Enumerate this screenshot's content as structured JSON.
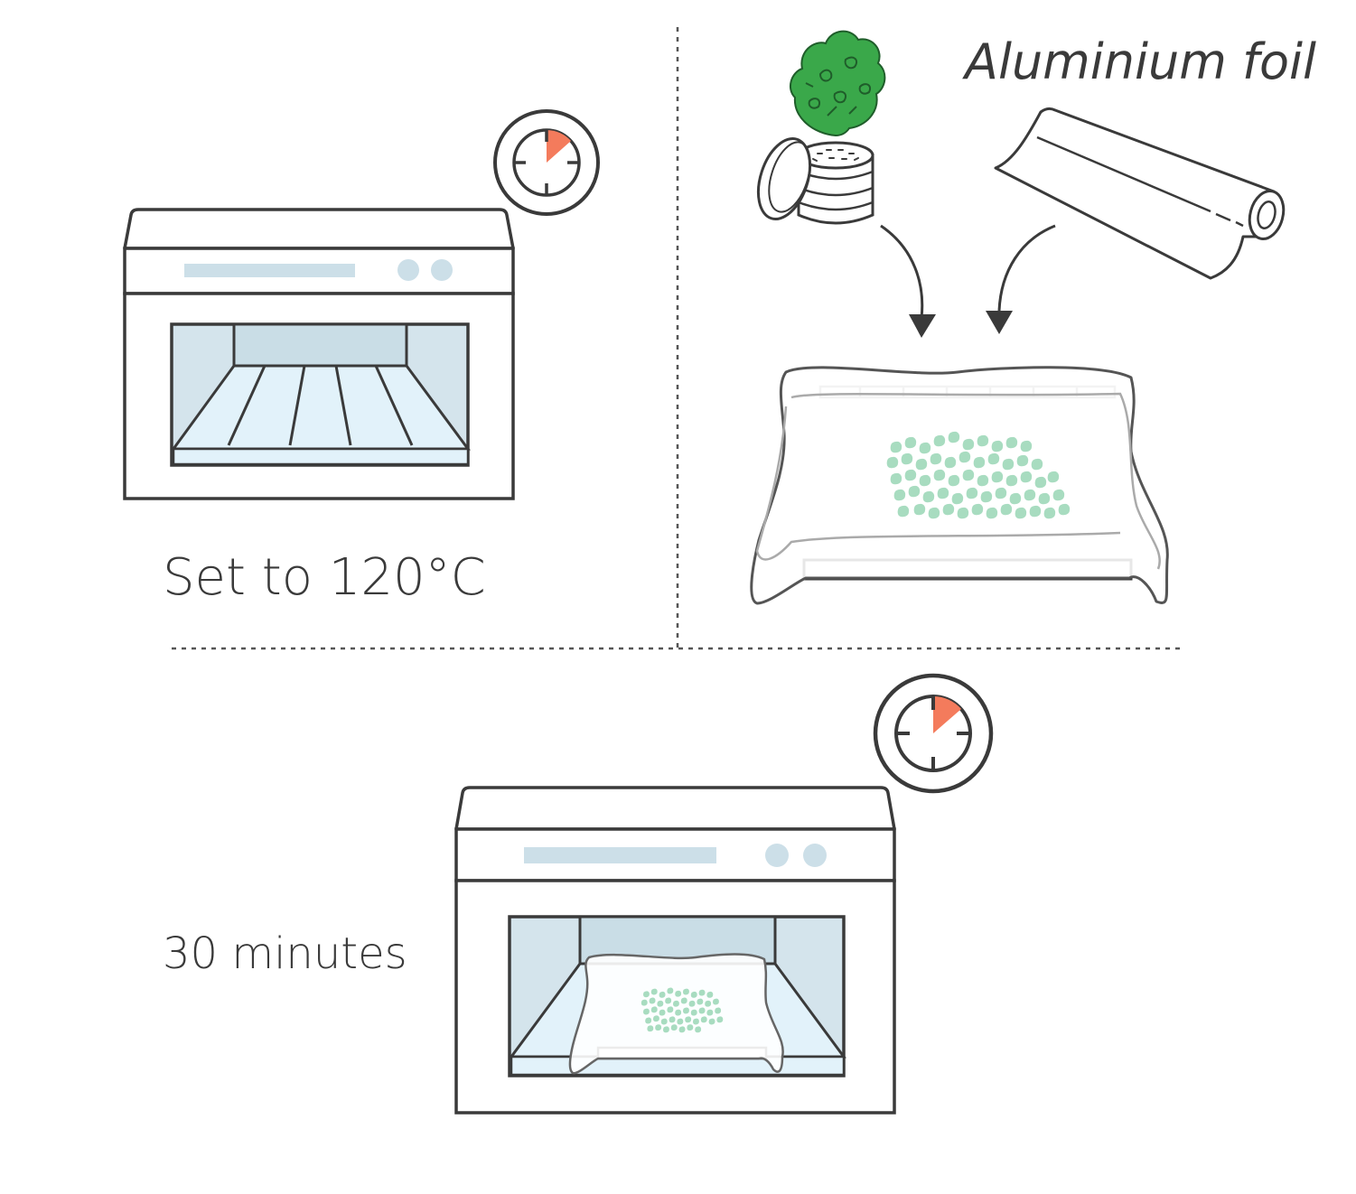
{
  "labels": {
    "step1": "Set to 120°C",
    "foil": "Aluminium foil",
    "step3": "30 minutes"
  },
  "icons": {
    "oven": "oven-icon",
    "timer": "timer-icon",
    "cannabis_bud": "cannabis-bud-icon",
    "grinder": "grinder-icon",
    "foil_roll": "foil-roll-icon",
    "baking_tray": "baking-tray-icon",
    "arrow": "curved-arrow-icon"
  },
  "colors": {
    "stroke": "#3a3a3a",
    "oven_fill": "#ffffff",
    "oven_interior": "#d4e4ec",
    "oven_back": "#c9dde6",
    "oven_floor": "#e2f2fa",
    "control_panel": "#ccdfe8",
    "timer_accent": "#f47b5c",
    "bud_green": "#3aa84a",
    "bud_dark": "#1f5d2a",
    "ground_herb": "#a8dcc0",
    "foil_gray": "#9a9a9a",
    "divider": "#555555"
  }
}
